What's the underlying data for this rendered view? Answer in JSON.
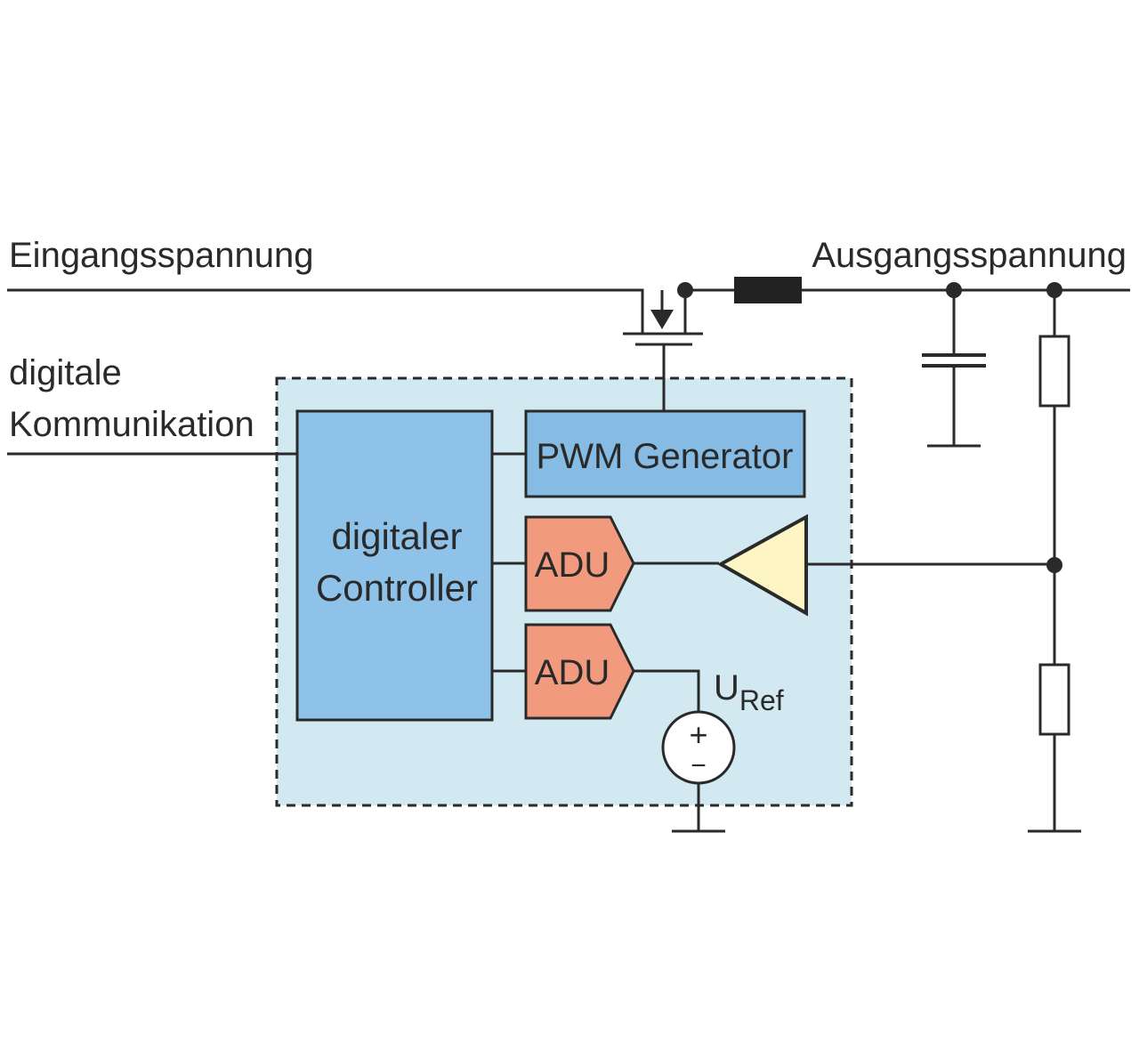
{
  "labels": {
    "input_voltage": "Eingangsspannung",
    "output_voltage": "Ausgangsspannung",
    "digital_comm_line1": "digitale",
    "digital_comm_line2": "Kommunikation",
    "controller_line1": "digitaler",
    "controller_line2": "Controller",
    "pwm": "PWM Generator",
    "adc1": "ADU",
    "adc2": "ADU",
    "uref_main": "U",
    "uref_sub": "Ref",
    "source_plus": "+",
    "source_minus": "−"
  },
  "colors": {
    "module_bg": "#d2e9f1",
    "controller": "#8ec2e8",
    "pwm": "#86bbe3",
    "adc": "#f29a7e",
    "amplifier": "#fdf6c4",
    "inductor": "#222222",
    "line": "#2a2a2a"
  }
}
